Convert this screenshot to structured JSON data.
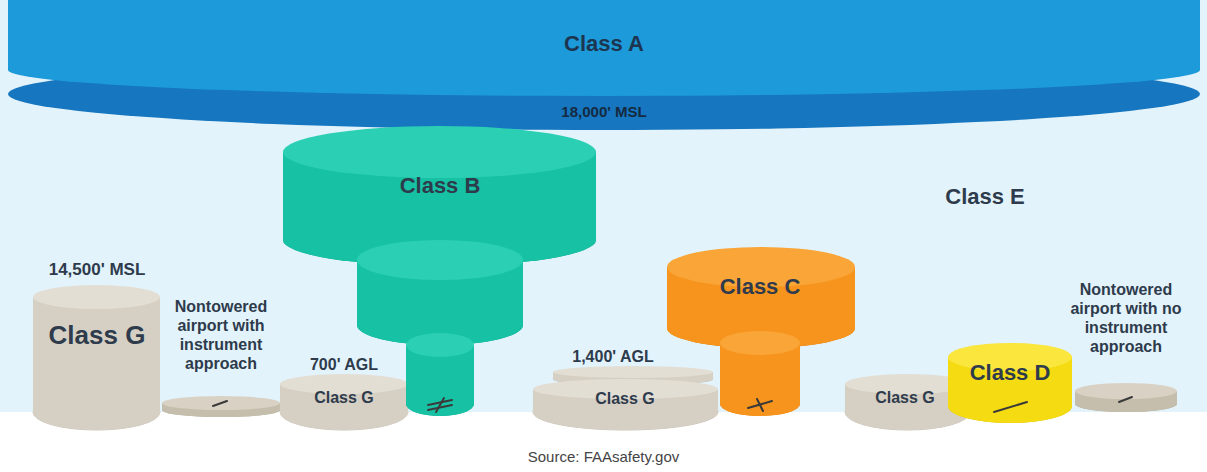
{
  "diagram": {
    "caption": "Source: FAAsafety.gov",
    "nodes": [
      {
        "text": [
          "Class E"
        ]
      },
      {
        "text": [
          "Class A",
          "18,000' MSL"
        ],
        "in": 0
      },
      {
        "text": [
          "14,500' MSL",
          "Class G"
        ],
        "in": 0
      },
      {
        "text": [
          "Nontowered airport with instrument approach"
        ],
        "in": 0
      },
      {
        "text": [
          "700' AGL",
          "Class G"
        ],
        "in": 0
      },
      {
        "text": [
          "Class B"
        ],
        "in": 0
      },
      {
        "text": [
          "1,400' AGL",
          "Class G"
        ],
        "in": 0
      },
      {
        "text": [
          "Class C"
        ],
        "in": 0
      },
      {
        "text": [
          "Class G"
        ],
        "in": 0
      },
      {
        "text": [
          "Class D"
        ],
        "in": 0
      },
      {
        "text": [
          "Nontowered airport with no instrument approach"
        ],
        "in": 0
      }
    ]
  }
}
